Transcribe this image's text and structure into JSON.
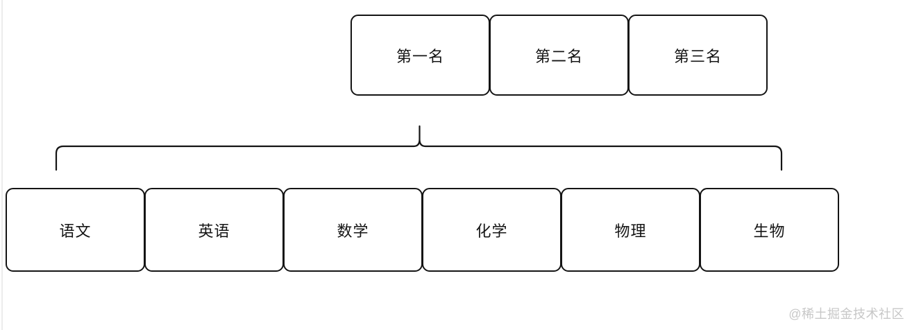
{
  "diagram": {
    "rank_nodes": [
      {
        "label": "第一名"
      },
      {
        "label": "第二名"
      },
      {
        "label": "第三名"
      }
    ],
    "subject_nodes": [
      {
        "label": "语文"
      },
      {
        "label": "英语"
      },
      {
        "label": "数学"
      },
      {
        "label": "化学"
      },
      {
        "label": "物理"
      },
      {
        "label": "生物"
      }
    ],
    "connector": {
      "type": "curly-brace",
      "direction": "down"
    }
  },
  "watermark": {
    "text": "@稀土掘金技术社区"
  },
  "colors": {
    "background": "#ffffff",
    "node_border": "#141414",
    "node_text": "#141414",
    "brace_stroke": "#141414",
    "watermark_text": "#c7c7c7",
    "edge_artifact": "#ececec"
  }
}
